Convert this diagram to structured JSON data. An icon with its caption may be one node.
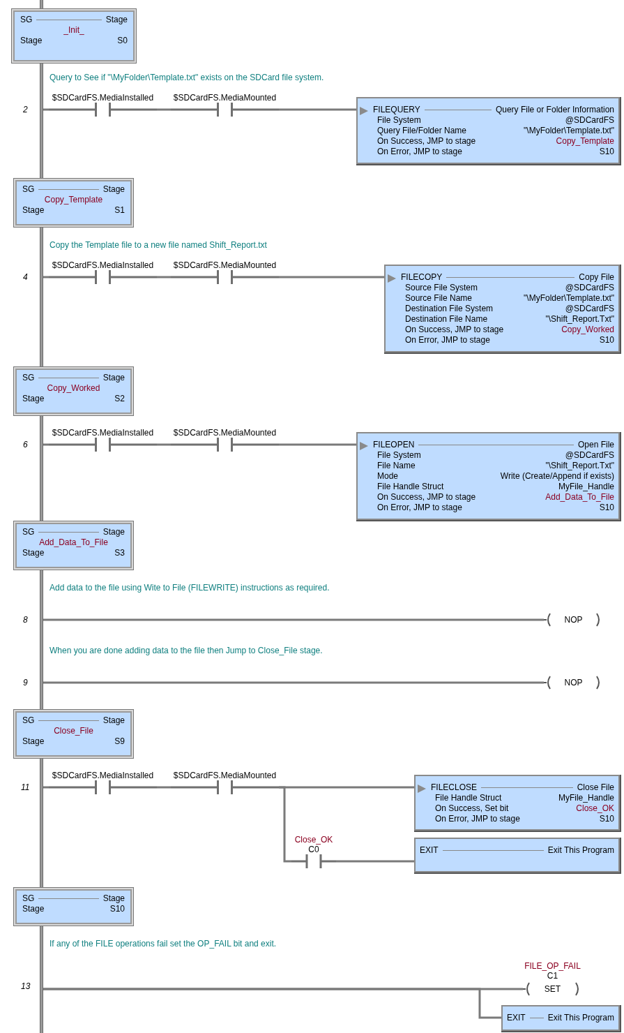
{
  "diagram": {
    "nodes": [
      {
        "text": [],
        "shape": "bar"
      },
      {
        "text": [
          "SG",
          "Stage",
          "_Init_",
          "Stage",
          "S0"
        ]
      },
      {
        "text": [
          "$SDCardFS.MediaInstalled"
        ]
      },
      {
        "text": [
          "$SDCardFS.MediaMounted"
        ]
      },
      {
        "text": [
          "FILEQUERY",
          "Query File or Folder Information",
          "File System",
          "@SDCardFS",
          "Query File/Folder Name",
          "\"\\MyFolder\\Template.txt\"",
          "On Success, JMP to stage",
          "Copy_Template",
          "On Error, JMP to stage",
          "S10"
        ]
      },
      {
        "text": [
          "SG",
          "Stage",
          "Copy_Template",
          "Stage",
          "S1"
        ]
      },
      {
        "text": [
          "$SDCardFS.MediaInstalled"
        ]
      },
      {
        "text": [
          "$SDCardFS.MediaMounted"
        ]
      },
      {
        "text": [
          "FILECOPY",
          "Copy File",
          "Source File System",
          "@SDCardFS",
          "Source File Name",
          "\"\\MyFolder\\Template.txt\"",
          "Destination File System",
          "@SDCardFS",
          "Destination File Name",
          "\"\\Shift_Report.Txt\"",
          "On Success, JMP to stage",
          "Copy_Worked",
          "On Error, JMP to stage",
          "S10"
        ]
      },
      {
        "text": [
          "SG",
          "Stage",
          "Copy_Worked",
          "Stage",
          "S2"
        ]
      },
      {
        "text": [
          "$SDCardFS.MediaInstalled"
        ]
      },
      {
        "text": [
          "$SDCardFS.MediaMounted"
        ]
      },
      {
        "text": [
          "FILEOPEN",
          "Open File",
          "File System",
          "@SDCardFS",
          "File Name",
          "\"\\Shift_Report.Txt\"",
          "Mode",
          "Write (Create/Append if exists)",
          "File Handle Struct",
          "MyFile_Handle",
          "On Success, JMP to stage",
          "Add_Data_To_File",
          "On Error, JMP to stage",
          "S10"
        ]
      },
      {
        "text": [
          "SG",
          "Stage",
          "Add_Data_To_File",
          "Stage",
          "S3"
        ]
      },
      {
        "text": [
          "NOP"
        ]
      },
      {
        "text": [
          "NOP"
        ]
      },
      {
        "text": [
          "SG",
          "Stage",
          "Close_File",
          "Stage",
          "S9"
        ]
      },
      {
        "text": [
          "$SDCardFS.MediaInstalled"
        ]
      },
      {
        "text": [
          "$SDCardFS.MediaMounted"
        ]
      },
      {
        "text": [
          "FILECLOSE",
          "Close File",
          "File Handle Struct",
          "MyFile_Handle",
          "On Success, Set bit",
          "Close_OK",
          "On Error, JMP to stage",
          "S10"
        ]
      },
      {
        "text": [
          "Close_OK",
          "C0"
        ]
      },
      {
        "text": [
          "EXIT",
          "Exit This Program"
        ]
      },
      {
        "text": [
          "SG",
          "Stage",
          "Stage",
          "S10"
        ]
      },
      {
        "text": [
          "FILE_OP_FAIL",
          "C1",
          "SET"
        ]
      },
      {
        "text": [
          "EXIT",
          "Exit This Program"
        ]
      }
    ],
    "edges": [
      {
        "from": 0,
        "to": 2,
        "arrow": "none"
      },
      {
        "from": 2,
        "to": 3,
        "arrow": "none"
      },
      {
        "from": 3,
        "to": 4,
        "arrow": "none"
      },
      {
        "from": 0,
        "to": 6,
        "arrow": "none"
      },
      {
        "from": 6,
        "to": 7,
        "arrow": "none"
      },
      {
        "from": 7,
        "to": 8,
        "arrow": "none"
      },
      {
        "from": 0,
        "to": 10,
        "arrow": "none"
      },
      {
        "from": 10,
        "to": 11,
        "arrow": "none"
      },
      {
        "from": 11,
        "to": 12,
        "arrow": "none"
      },
      {
        "from": 0,
        "to": 14,
        "arrow": "none"
      },
      {
        "from": 0,
        "to": 15,
        "arrow": "none"
      },
      {
        "from": 0,
        "to": 17,
        "arrow": "none"
      },
      {
        "from": 17,
        "to": 18,
        "arrow": "none"
      },
      {
        "from": 18,
        "to": 19,
        "arrow": "none"
      },
      {
        "from": 18,
        "to": 20,
        "arrow": "none"
      },
      {
        "from": 20,
        "to": 21,
        "arrow": "none"
      },
      {
        "from": 0,
        "to": 23,
        "arrow": "none"
      },
      {
        "from": 0,
        "to": 24,
        "arrow": "none"
      }
    ],
    "labels": [
      "Query to See if \"\\MyFolder\\Template.txt\" exists on the SDCard file system.",
      "2",
      "Copy the Template file to a new file named Shift_Report.txt",
      "4",
      "6",
      "Add data to the file using Wite to File (FILEWRITE) instructions as required.",
      "8",
      "When you are done adding data to the file then Jump to Close_File stage.",
      "9",
      "11",
      "If any of the FILE operations fail set the OP_FAIL bit and exit.",
      "13"
    ]
  }
}
